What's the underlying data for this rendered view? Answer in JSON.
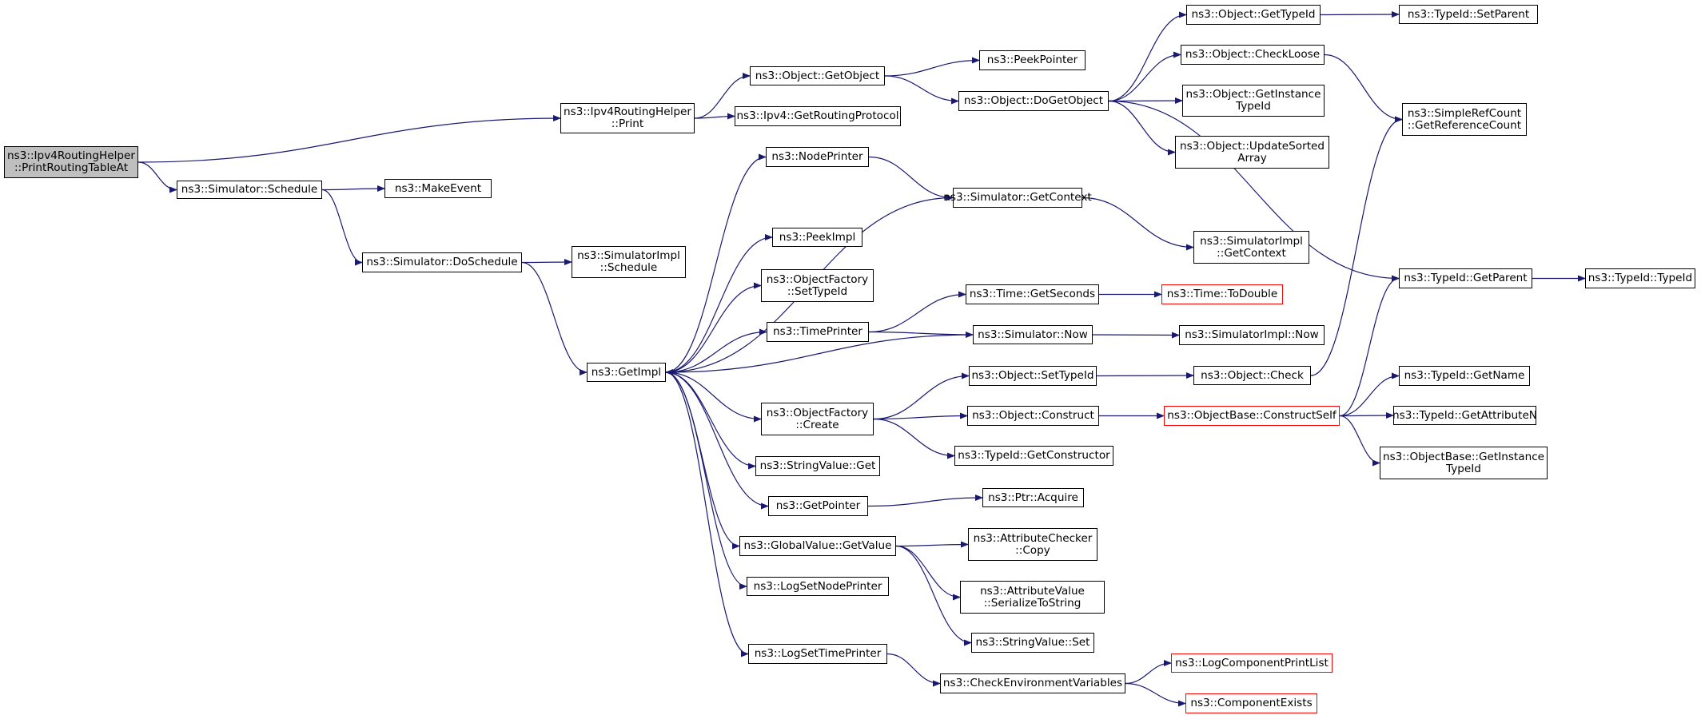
{
  "colors": {
    "edge": "#191970",
    "border_default": "#000000",
    "border_truncated": "#ff0000",
    "root_fill": "#bfbfbf"
  },
  "nodes": {
    "root": "ns3::Ipv4RoutingHelper\n::PrintRoutingTableAt",
    "ipv4rh_print": "ns3::Ipv4RoutingHelper\n::Print",
    "sim_schedule": "ns3::Simulator::Schedule",
    "make_event": "ns3::MakeEvent",
    "sim_doschedule": "ns3::Simulator::DoSchedule",
    "simimpl_schedule": "ns3::SimulatorImpl\n::Schedule",
    "getimpl": "ns3::GetImpl",
    "obj_getobject": "ns3::Object::GetObject",
    "ipv4_getrouting": "ns3::Ipv4::GetRoutingProtocol",
    "peekpointer": "ns3::PeekPointer",
    "obj_dogetobject": "ns3::Object::DoGetObject",
    "obj_gettypeid": "ns3::Object::GetTypeId",
    "typeid_setparent": "ns3::TypeId::SetParent",
    "obj_checkloose": "ns3::Object::CheckLoose",
    "obj_getinstancetypeid": "ns3::Object::GetInstance\nTypeId",
    "obj_updatesorted": "ns3::Object::UpdateSorted\nArray",
    "simplerefcount": "ns3::SimpleRefCount\n::GetReferenceCount",
    "typeid_getparent": "ns3::TypeId::GetParent",
    "typeid_typeid": "ns3::TypeId::TypeId",
    "nodeprinter": "ns3::NodePrinter",
    "sim_getcontext": "ns3::Simulator::GetContext",
    "simimpl_getcontext": "ns3::SimulatorImpl\n::GetContext",
    "peekimpl": "ns3::PeekImpl",
    "objfactory_settypeid": "ns3::ObjectFactory\n::SetTypeId",
    "time_getseconds": "ns3::Time::GetSeconds",
    "time_todouble": "ns3::Time::ToDouble",
    "timeprinter": "ns3::TimePrinter",
    "sim_now": "ns3::Simulator::Now",
    "simimpl_now": "ns3::SimulatorImpl::Now",
    "obj_settypeid": "ns3::Object::SetTypeId",
    "obj_check": "ns3::Object::Check",
    "objfactory_create": "ns3::ObjectFactory\n::Create",
    "obj_construct": "ns3::Object::Construct",
    "objbase_constructself": "ns3::ObjectBase::ConstructSelf",
    "typeid_getname": "ns3::TypeId::GetName",
    "typeid_getattributen": "ns3::TypeId::GetAttributeN",
    "typeid_getconstructor": "ns3::TypeId::GetConstructor",
    "objbase_getinstancetypeid": "ns3::ObjectBase::GetInstance\nTypeId",
    "stringvalue_get": "ns3::StringValue::Get",
    "getpointer": "ns3::GetPointer",
    "ptr_acquire": "ns3::Ptr::Acquire",
    "globalvalue_getvalue": "ns3::GlobalValue::GetValue",
    "attrchecker_copy": "ns3::AttributeChecker\n::Copy",
    "attrvalue_serialize": "ns3::AttributeValue\n::SerializeToString",
    "logsetnodeprinter": "ns3::LogSetNodePrinter",
    "stringvalue_set": "ns3::StringValue::Set",
    "logsettimeprinter": "ns3::LogSetTimePrinter",
    "checkenv": "ns3::CheckEnvironmentVariables",
    "logcomponentprintlist": "ns3::LogComponentPrintList",
    "componentexists": "ns3::ComponentExists"
  },
  "edges": [
    [
      "root",
      "ipv4rh_print"
    ],
    [
      "root",
      "sim_schedule"
    ],
    [
      "ipv4rh_print",
      "obj_getobject"
    ],
    [
      "ipv4rh_print",
      "ipv4_getrouting"
    ],
    [
      "obj_getobject",
      "peekpointer"
    ],
    [
      "obj_getobject",
      "obj_dogetobject"
    ],
    [
      "obj_dogetobject",
      "obj_gettypeid"
    ],
    [
      "obj_dogetobject",
      "obj_checkloose"
    ],
    [
      "obj_dogetobject",
      "obj_getinstancetypeid"
    ],
    [
      "obj_dogetobject",
      "obj_updatesorted"
    ],
    [
      "obj_dogetobject",
      "typeid_getparent"
    ],
    [
      "obj_gettypeid",
      "typeid_setparent"
    ],
    [
      "obj_checkloose",
      "simplerefcount"
    ],
    [
      "typeid_getparent",
      "typeid_typeid"
    ],
    [
      "sim_schedule",
      "make_event"
    ],
    [
      "sim_schedule",
      "sim_doschedule"
    ],
    [
      "sim_doschedule",
      "simimpl_schedule"
    ],
    [
      "sim_doschedule",
      "getimpl"
    ],
    [
      "getimpl",
      "nodeprinter"
    ],
    [
      "getimpl",
      "sim_getcontext"
    ],
    [
      "getimpl",
      "peekimpl"
    ],
    [
      "getimpl",
      "objfactory_settypeid"
    ],
    [
      "getimpl",
      "timeprinter"
    ],
    [
      "getimpl",
      "objfactory_create"
    ],
    [
      "getimpl",
      "stringvalue_get"
    ],
    [
      "getimpl",
      "getpointer"
    ],
    [
      "getimpl",
      "globalvalue_getvalue"
    ],
    [
      "getimpl",
      "logsetnodeprinter"
    ],
    [
      "getimpl",
      "logsettimeprinter"
    ],
    [
      "nodeprinter",
      "sim_getcontext"
    ],
    [
      "sim_getcontext",
      "simimpl_getcontext"
    ],
    [
      "timeprinter",
      "time_getseconds"
    ],
    [
      "timeprinter",
      "sim_now"
    ],
    [
      "time_getseconds",
      "time_todouble"
    ],
    [
      "sim_now",
      "simimpl_now"
    ],
    [
      "sim_now",
      "getimpl"
    ],
    [
      "objfactory_create",
      "obj_settypeid"
    ],
    [
      "objfactory_create",
      "obj_construct"
    ],
    [
      "objfactory_create",
      "typeid_getconstructor"
    ],
    [
      "obj_settypeid",
      "obj_check"
    ],
    [
      "obj_check",
      "simplerefcount"
    ],
    [
      "obj_construct",
      "objbase_constructself"
    ],
    [
      "objbase_constructself",
      "typeid_getparent"
    ],
    [
      "objbase_constructself",
      "typeid_getname"
    ],
    [
      "objbase_constructself",
      "typeid_getattributen"
    ],
    [
      "objbase_constructself",
      "objbase_getinstancetypeid"
    ],
    [
      "getpointer",
      "ptr_acquire"
    ],
    [
      "globalvalue_getvalue",
      "attrchecker_copy"
    ],
    [
      "globalvalue_getvalue",
      "attrvalue_serialize"
    ],
    [
      "globalvalue_getvalue",
      "stringvalue_set"
    ],
    [
      "logsettimeprinter",
      "checkenv"
    ],
    [
      "checkenv",
      "logcomponentprintlist"
    ],
    [
      "checkenv",
      "componentexists"
    ]
  ]
}
